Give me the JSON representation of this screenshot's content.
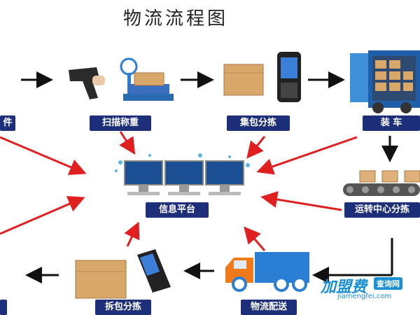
{
  "title": "物流流程图",
  "nodes": {
    "left_top": "件",
    "scan_weigh": "扫描称重",
    "collect_sort": "集包分拣",
    "loading": "装 车",
    "platform": "信息平台",
    "transfer_sort": "运转中心分拣",
    "unpack_sort": "拆包分拣",
    "delivery": "物流配送"
  },
  "colors": {
    "label_bg": "#1e2f7a",
    "arrow_red": "#e02020",
    "arrow_black": "#111111",
    "truck_blue": "#2a7fd4",
    "box_tan": "#d9a76a"
  },
  "watermark": {
    "main": "加盟费",
    "badge": "查询网",
    "url": "jiamengfei.com"
  },
  "icons": [
    "barcode-scanner-icon",
    "scale-icon",
    "parcel-box-icon",
    "handheld-terminal-icon",
    "container-truck-icon",
    "computer-monitor-icon",
    "conveyor-belt-icon",
    "delivery-truck-icon"
  ]
}
